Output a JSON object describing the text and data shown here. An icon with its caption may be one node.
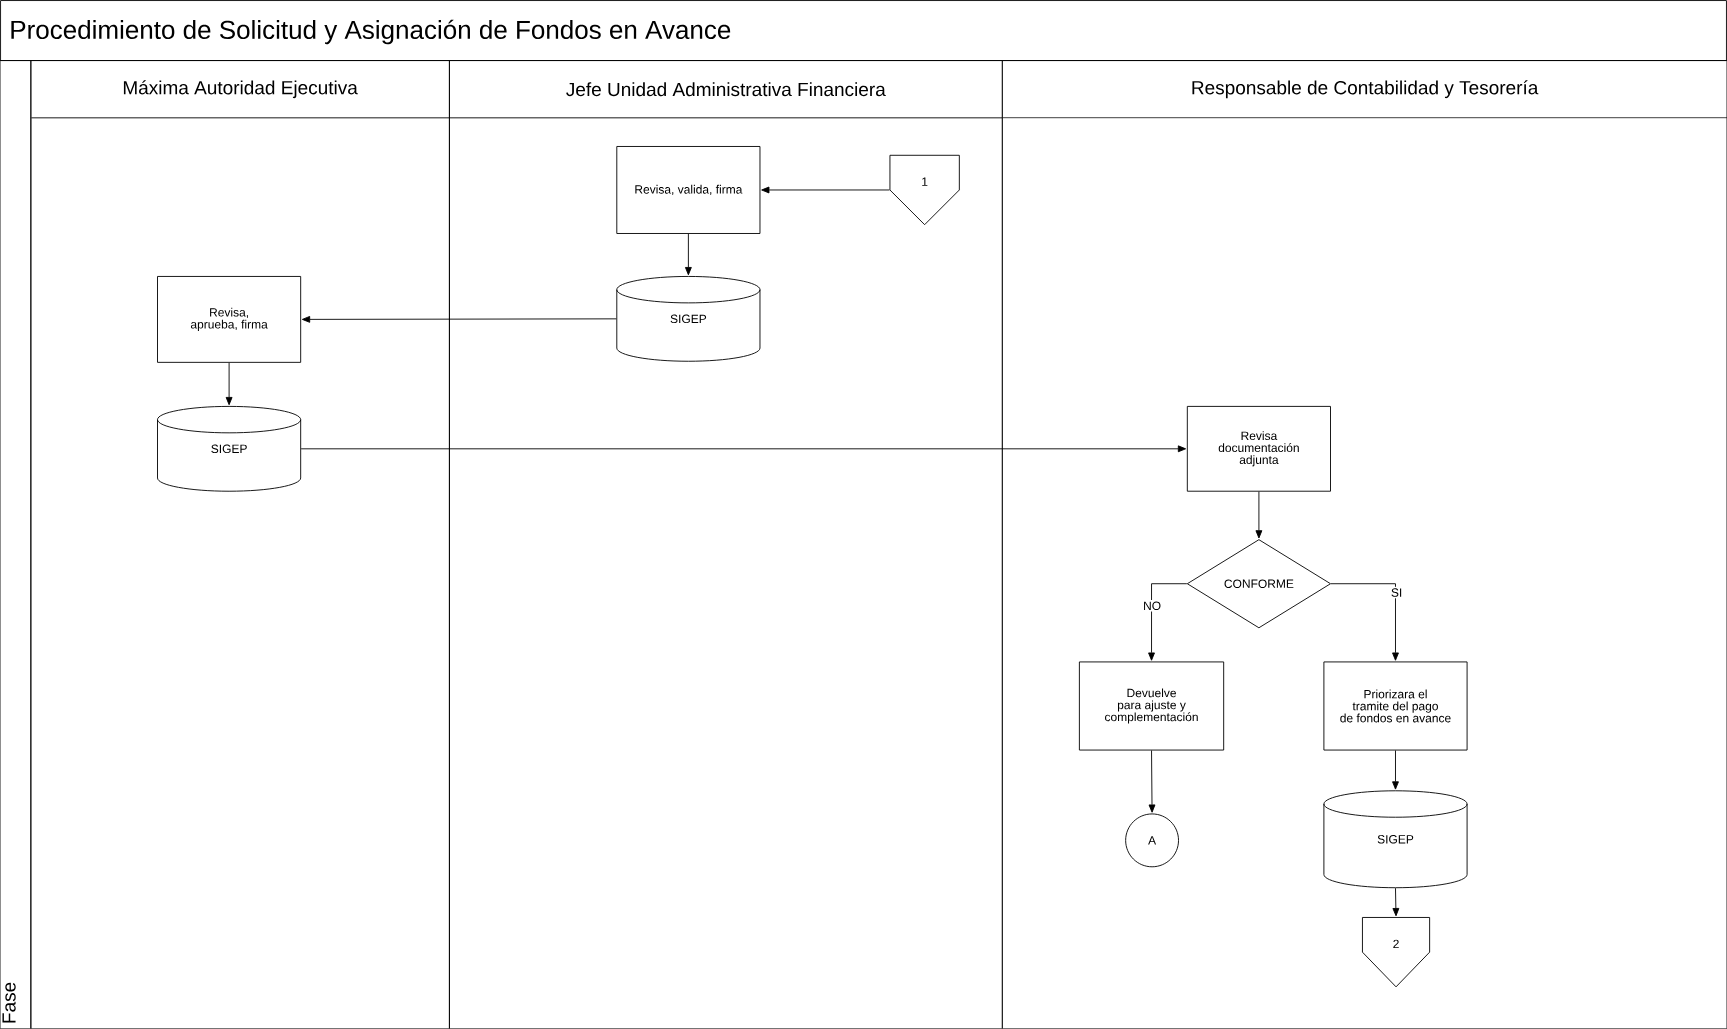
{
  "diagram": {
    "title": "Procedimiento de Solicitud  y Asignación de Fondos en Avance",
    "nodes": [
      {
        "text": [
          "Fase"
        ]
      },
      {
        "text": [
          "Máxima Autoridad Ejecutiva"
        ]
      },
      {
        "text": [
          "Jefe Unidad Administrativa Financiera"
        ]
      },
      {
        "text": [
          "Responsable de Contabilidad y Tesorería"
        ]
      },
      {
        "text": [
          "Revisa, valida, firma"
        ],
        "in": 2
      },
      {
        "text": [
          "1"
        ],
        "in": 2
      },
      {
        "text": [
          "SIGEP"
        ],
        "in": 2
      },
      {
        "text": [
          "Revisa, aprueba, firma"
        ],
        "in": 1
      },
      {
        "text": [
          "SIGEP"
        ],
        "in": 1
      },
      {
        "text": [
          "Revisa documentación adjunta"
        ],
        "in": 3
      },
      {
        "text": [
          "CONFORME"
        ],
        "in": 3
      },
      {
        "text": [
          "Devuelve para ajuste y complementación"
        ],
        "in": 3
      },
      {
        "text": [
          "Priorizara el tramite del pago de fondos en avance"
        ],
        "in": 3
      },
      {
        "text": [
          "A"
        ],
        "in": 3
      },
      {
        "text": [
          "SIGEP"
        ],
        "in": 3
      },
      {
        "text": [
          "2"
        ],
        "in": 3
      }
    ],
    "edges": [
      {
        "from": 5,
        "to": 4,
        "arrow": "to"
      },
      {
        "from": 4,
        "to": 6,
        "arrow": "to"
      },
      {
        "from": 6,
        "to": 7,
        "arrow": "to"
      },
      {
        "from": 7,
        "to": 8,
        "arrow": "to"
      },
      {
        "from": 8,
        "to": 9,
        "arrow": "to"
      },
      {
        "from": 9,
        "to": 10,
        "arrow": "to"
      },
      {
        "from": 10,
        "to": 11,
        "label": "NO",
        "arrow": "to"
      },
      {
        "from": 10,
        "to": 12,
        "label": "SI",
        "arrow": "to"
      },
      {
        "from": 11,
        "to": 13,
        "arrow": "to"
      },
      {
        "from": 12,
        "to": 14,
        "arrow": "to"
      },
      {
        "from": 14,
        "to": 15,
        "arrow": "to"
      }
    ]
  }
}
